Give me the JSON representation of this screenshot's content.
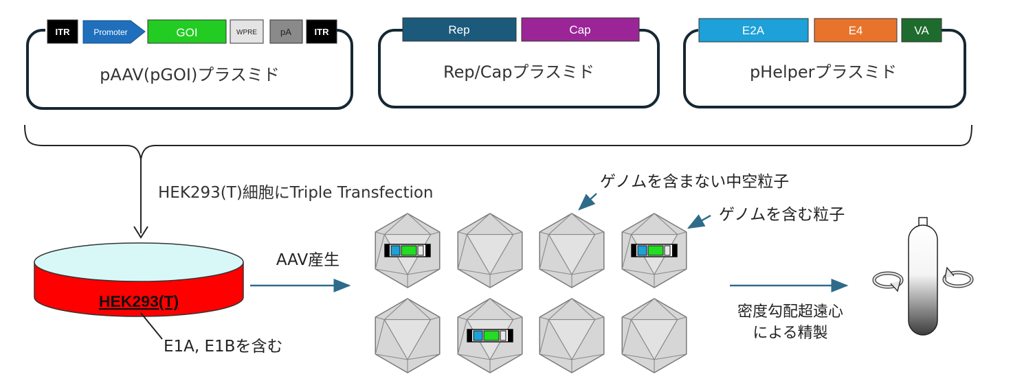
{
  "plasmids": [
    {
      "name": "pAAV(pGOI)プラスミド",
      "segments": [
        {
          "label": "ITR",
          "color": "#000000",
          "text_color": "#ffffff"
        },
        {
          "label": "Promoter",
          "color": "#1f6fbd",
          "text_color": "#ffffff"
        },
        {
          "label": "GOI",
          "color": "#22cc22",
          "text_color": "#ffffff"
        },
        {
          "label": "WPRE",
          "color": "#e4e4e4",
          "text_color": "#222222"
        },
        {
          "label": "pA",
          "color": "#8a8a8a",
          "text_color": "#222222"
        },
        {
          "label": "ITR",
          "color": "#000000",
          "text_color": "#ffffff"
        }
      ]
    },
    {
      "name": "Rep/Capプラスミド",
      "segments": [
        {
          "label": "Rep",
          "color": "#1c5a7c",
          "text_color": "#ffffff"
        },
        {
          "label": "Cap",
          "color": "#9b2597",
          "text_color": "#ffffff"
        }
      ]
    },
    {
      "name": "pHelperプラスミド",
      "segments": [
        {
          "label": "E2A",
          "color": "#1ea0d8",
          "text_color": "#ffffff"
        },
        {
          "label": "E4",
          "color": "#e8742c",
          "text_color": "#ffffff"
        },
        {
          "label": "VA",
          "color": "#1e6b2e",
          "text_color": "#ffffff"
        }
      ]
    }
  ],
  "transfection_label": "HEK293(T)細胞にTriple Transfection",
  "dish": {
    "label": "HEK293(T)",
    "note": "E1A, E1Bを含む",
    "top_color": "#d8f8f8",
    "body_color": "#ff0000"
  },
  "production_label": "AAV産生",
  "particles": {
    "empty_label": "ゲノムを含まない中空粒子",
    "full_label": "ゲノムを含む粒子"
  },
  "purification_label_line1": "密度勾配超遠心",
  "purification_label_line2": "による精製",
  "arrow_color": "#2e6b8a"
}
